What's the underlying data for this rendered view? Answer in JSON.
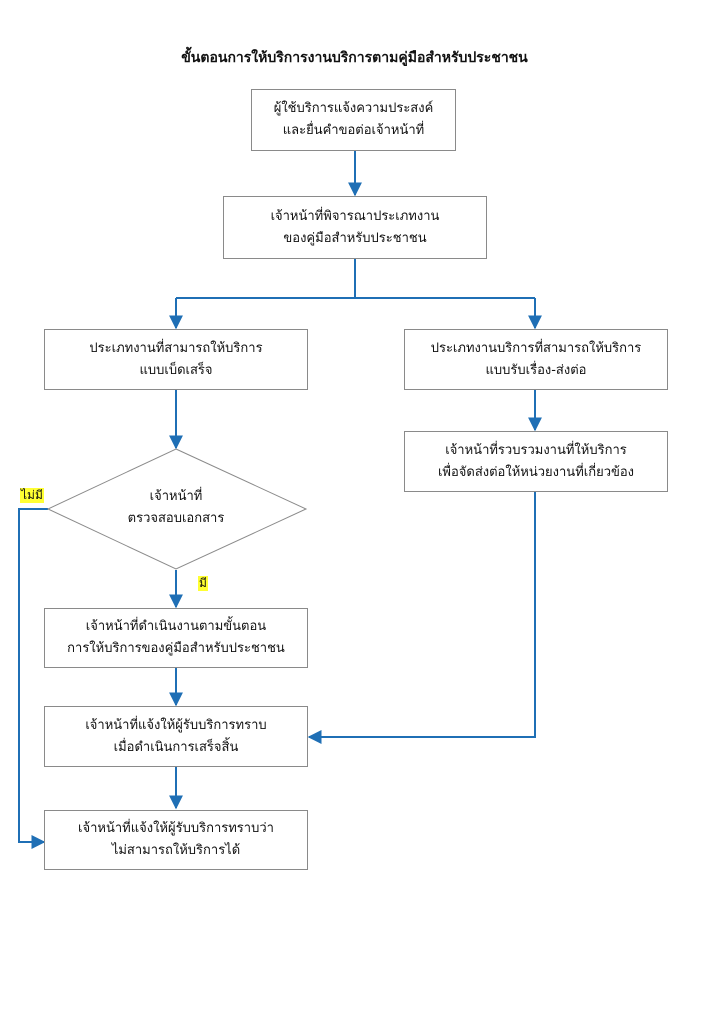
{
  "title": "ขั้นตอนการให้บริการงานบริการตามคู่มือสำหรับประชาชน",
  "nodes": {
    "start": [
      "ผู้ใช้บริการแจ้งความประสงค์",
      "และยื่นคำขอต่อเจ้าหน้าที่"
    ],
    "consider": [
      "เจ้าหน้าที่พิจารณาประเภทงาน",
      "ของคู่มือสำหรับประชาชน"
    ],
    "one_stop": [
      "ประเภทงานที่สามารถให้บริการ",
      "แบบเบ็ดเสร็จ"
    ],
    "forward": [
      "ประเภทงานบริการที่สามารถให้บริการ",
      "แบบรับเรื่อง-ส่งต่อ"
    ],
    "collect": [
      "เจ้าหน้าที่รวบรวมงานที่ให้บริการ",
      "เพื่อจัดส่งต่อให้หน่วยงานที่เกี่ยวข้อง"
    ],
    "check": [
      "เจ้าหน้าที่",
      "ตรวจสอบเอกสาร"
    ],
    "process": [
      "เจ้าหน้าที่ดำเนินงานตามขั้นตอน",
      "การให้บริการของคู่มือสำหรับประชาชน"
    ],
    "notify_done": [
      "เจ้าหน้าที่แจ้งให้ผู้รับบริการทราบ",
      "เมื่อดำเนินการเสร็จสิ้น"
    ],
    "notify_fail": [
      "เจ้าหน้าที่แจ้งให้ผู้รับบริการทราบว่า",
      "ไม่สามารถให้บริการได้"
    ]
  },
  "labels": {
    "no": "ไม่มี",
    "yes": "มี"
  },
  "colors": {
    "connector": "#1f6fb5",
    "box_border": "#8a8a8a",
    "highlight": "#ffff33"
  }
}
